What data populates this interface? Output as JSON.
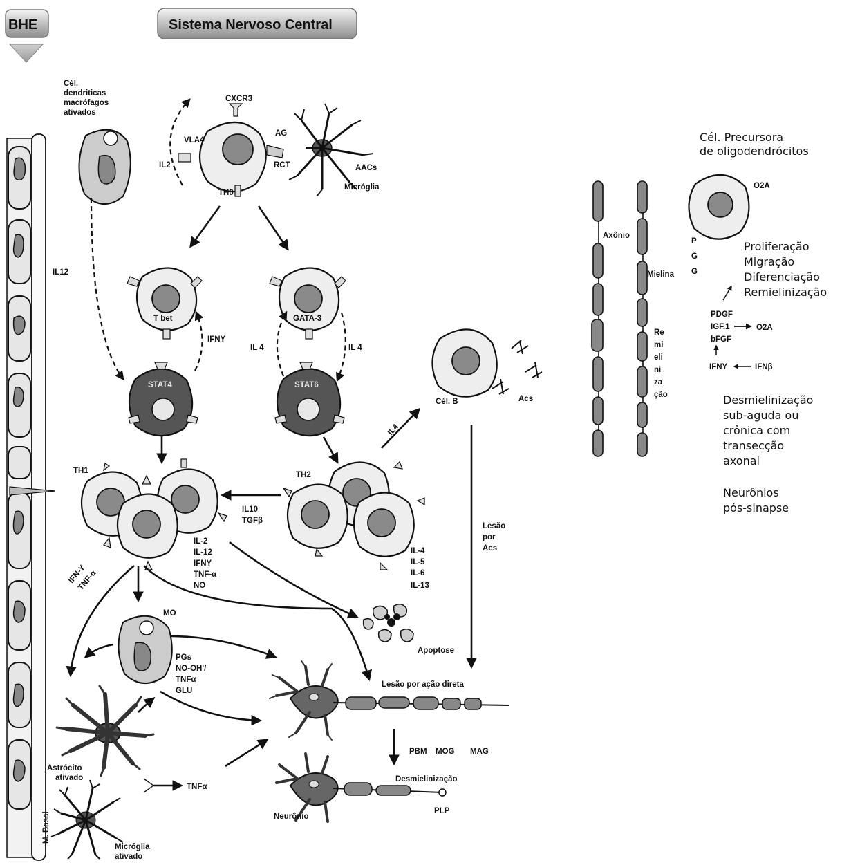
{
  "header": {
    "left_tab": "BHE",
    "center_tab": "Sistema Nervoso Central"
  },
  "labels": {
    "dendritic": [
      "Cél.",
      "dendriticas",
      "macrófagos",
      "ativados"
    ],
    "il12": "IL12",
    "il2": "IL2",
    "cxcr3": "CXCR3",
    "vla4": "VLA4",
    "ag": "AG",
    "rct": "RCT",
    "aacs": "AACs",
    "microglia": "Micróglia",
    "th0": "TH0",
    "tbet": "T bet",
    "gata3": "GATA-3",
    "ifny": "IFNY",
    "il4_left": "IL 4",
    "il4_right": "IL 4",
    "stat4": "STAT4",
    "stat6": "STAT6",
    "th1": "TH1",
    "th2": "TH2",
    "il10": "IL10",
    "tgfb": "TGFβ",
    "th1_cytokines": [
      "IL-2",
      "IL-12",
      "IFNY",
      "TNF-α",
      "NO"
    ],
    "th2_cytokines": [
      "IL-4",
      "IL-5",
      "IL-6",
      "IL-13"
    ],
    "il4_bcell": "IL4",
    "cel_b": "Cél. B",
    "acs": "Acs",
    "lesao_acs": [
      "Lesão",
      "por",
      "Acs"
    ],
    "ifn_tnf": [
      "IFN-Y",
      "TNF-α"
    ],
    "mo": "MO",
    "mo_products": [
      "PGs",
      "NO-OH'/",
      "TNFα",
      "GLU"
    ],
    "apoptose": "Apoptose",
    "lesao_direta": "Lesão por ação direta",
    "pbm": "PBM",
    "mog": "MOG",
    "mag": "MAG",
    "desmielinizacao": "Desmielinização",
    "plp": "PLP",
    "neuronio": "Neurônio",
    "tnfa_bottom": "TNFα",
    "astrocito": [
      "Astrócito",
      "ativado"
    ],
    "m_basal": "M. Basal",
    "microglia_ativado": [
      "Micróglia",
      "ativado"
    ],
    "precursora": [
      "Cél. Precursora",
      "de oligodendrócitos"
    ],
    "o2a": "O2A",
    "axonio": "Axônio",
    "mielina": "Mielina",
    "pgg": [
      "P",
      "G",
      "G"
    ],
    "remiel_vertical": [
      "Re",
      "mi",
      "eli",
      "ni",
      "za",
      "ção"
    ],
    "processes": [
      "Proliferação",
      "Migração",
      "Diferenciação",
      "Remielinização"
    ],
    "factors": [
      "PDGF",
      "IGF.1",
      "bFGF"
    ],
    "o2a_small": "O2A",
    "ifny_small": "IFNY",
    "ifnb": "IFNβ",
    "desm_sub": [
      "Desmielinização",
      "sub-aguda ou",
      "crônica com",
      "transecção",
      "axonal"
    ],
    "neuronios_pos": [
      "Neurônios",
      "pós-sinapse"
    ]
  }
}
